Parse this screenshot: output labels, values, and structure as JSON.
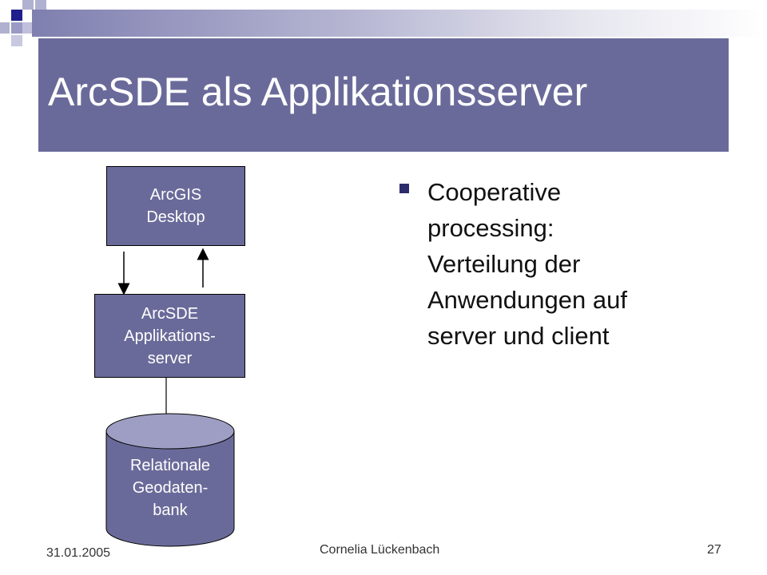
{
  "slide": {
    "title": "ArcSDE als Applikationsserver",
    "colors": {
      "accent": "#6a6a9a",
      "bullet": "#2c2c6c",
      "deco_dark": "#1e1e8c",
      "deco_light": "#b0b0d0"
    }
  },
  "diagram": {
    "desktop_label": "ArcGIS\nDesktop",
    "appserver_label": "ArcSDE\nApplikations-\nserver",
    "database_label": "Relationale\nGeodaten-\nbank"
  },
  "content": {
    "bullet": "Cooperative\nprocessing:\nVerteilung der\nAnwendungen auf\nserver und client"
  },
  "footer": {
    "date": "31.01.2005",
    "author": "Cornelia Lückenbach",
    "page": "27"
  }
}
